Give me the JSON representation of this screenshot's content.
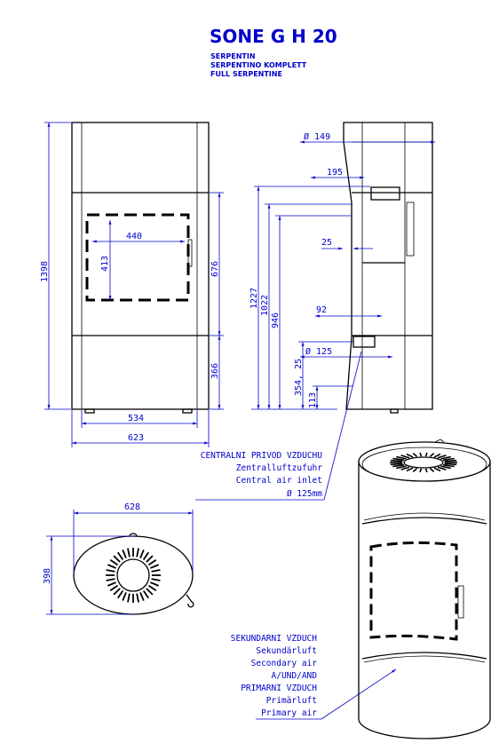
{
  "header": {
    "title": "SONE G H 20",
    "subtitles": [
      "SERPENTIN",
      "SERPENTINO KOMPLETT",
      "FULL SERPENTINE"
    ]
  },
  "front_view": {
    "dim_total_height": "1398",
    "dim_glass_width": "440",
    "dim_glass_height": "413",
    "dim_door_height": "676",
    "dim_base_height": "366",
    "dim_inner_width": "534",
    "dim_outer_width": "623"
  },
  "side_view": {
    "dim_flue_diameter": "Ø 149",
    "dim_flue_offset": "195",
    "dim_height_1227": "1227",
    "dim_height_1022": "1022",
    "dim_height_946": "946",
    "dim_25": "25",
    "dim_92": "92",
    "dim_inlet_diameter": "Ø 125",
    "dim_height_354": "354, 25",
    "dim_height_113": "113"
  },
  "top_view": {
    "dim_width": "628",
    "dim_depth": "398"
  },
  "annotations": {
    "central_air": [
      "CENTRALNI PRIVOD VZDUCHU",
      "Zentralluftzufuhr",
      "Central air inlet",
      "Ø 125mm"
    ],
    "secondary_primary_air": [
      "SEKUNDARNI VZDUCH",
      "Sekundärluft",
      "Secondary air",
      "A/UND/AND",
      "PRIMARNI VZDUCH",
      "Primärluft",
      "Primary air"
    ]
  }
}
